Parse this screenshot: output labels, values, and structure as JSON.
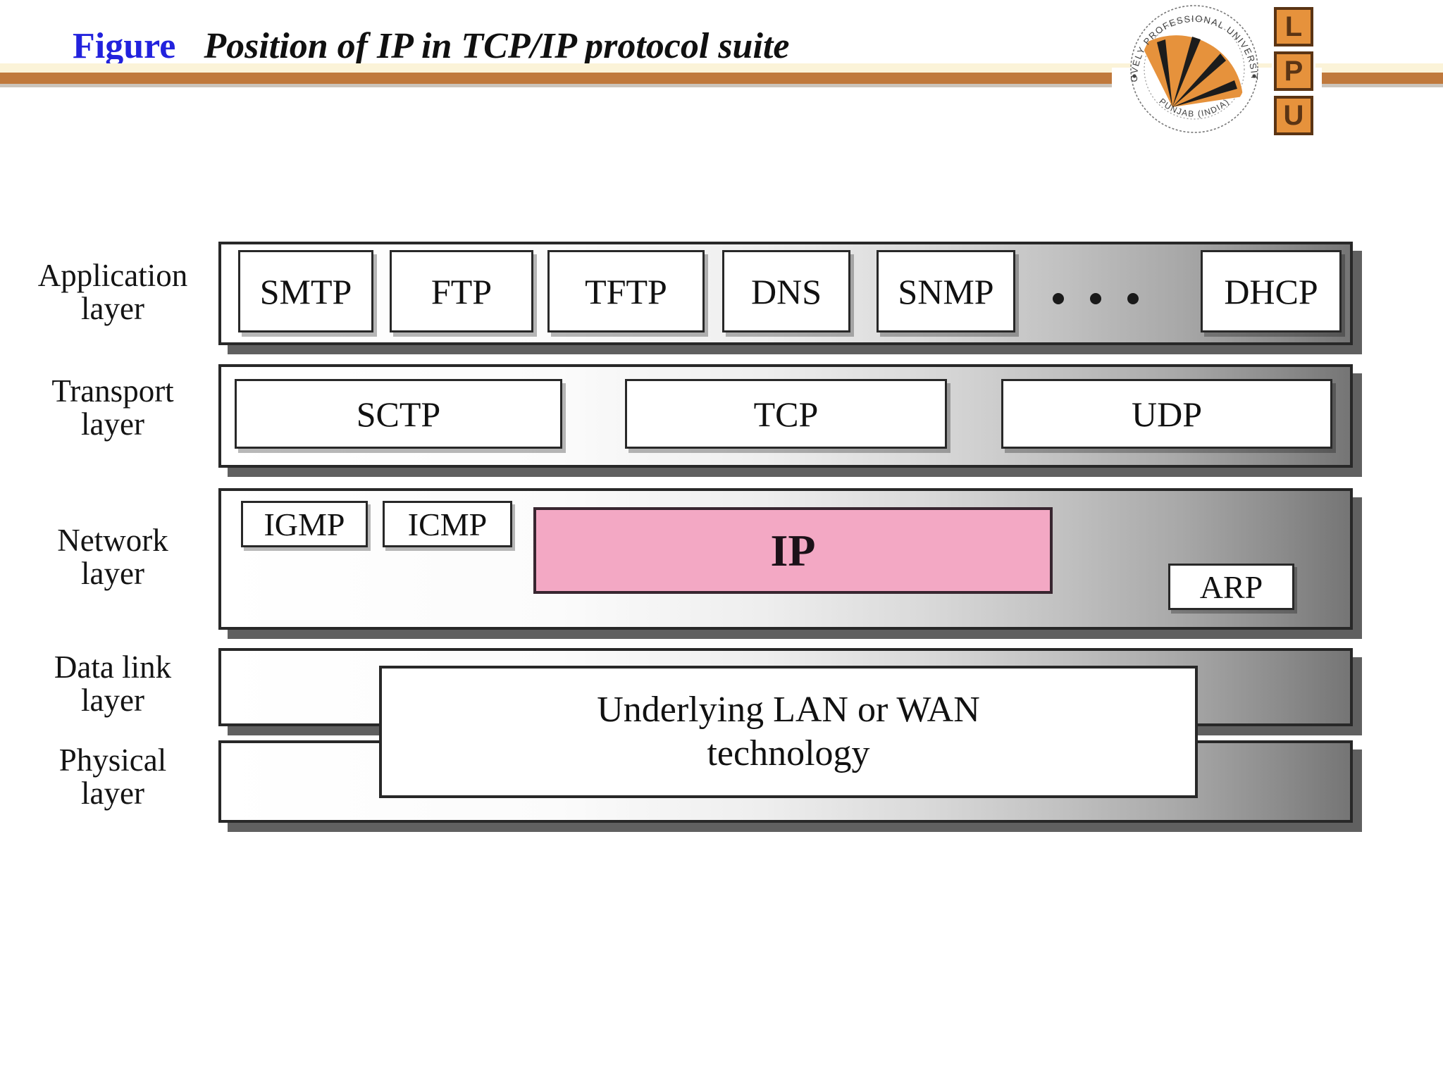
{
  "header": {
    "figure_label": "Figure",
    "title": "Position of IP in TCP/IP protocol suite"
  },
  "logo": {
    "ring_top": "LOVELY PROFESSIONAL UNIVERSITY",
    "ring_bottom": "PUNJAB (INDIA)",
    "blocks": [
      "L",
      "P",
      "U"
    ]
  },
  "colors": {
    "accent_bar": "#c0793c",
    "figure_blue": "#2222dd",
    "ip_pink": "#f3a8c4",
    "logo_orange": "#e6923c",
    "band_border": "#282828",
    "band_shadow": "#606060"
  },
  "layers": [
    {
      "label_line1": "Application",
      "label_line2": "layer",
      "ellipsis": "• • •",
      "boxes": [
        {
          "label": "SMTP"
        },
        {
          "label": "FTP"
        },
        {
          "label": "TFTP"
        },
        {
          "label": "DNS"
        },
        {
          "label": "SNMP"
        },
        {
          "label": "DHCP"
        }
      ]
    },
    {
      "label_line1": "Transport",
      "label_line2": "layer",
      "boxes": [
        {
          "label": "SCTP"
        },
        {
          "label": "TCP"
        },
        {
          "label": "UDP"
        }
      ]
    },
    {
      "label_line1": "Network",
      "label_line2": "layer",
      "boxes": [
        {
          "label": "IGMP"
        },
        {
          "label": "ICMP"
        },
        {
          "label": "IP"
        },
        {
          "label": "ARP"
        }
      ]
    },
    {
      "label_line1": "Data link",
      "label_line2": "layer",
      "boxes": []
    },
    {
      "label_line1": "Physical",
      "label_line2": "layer",
      "boxes": []
    }
  ],
  "underlying": {
    "line1": "Underlying LAN or WAN",
    "line2": "technology"
  }
}
